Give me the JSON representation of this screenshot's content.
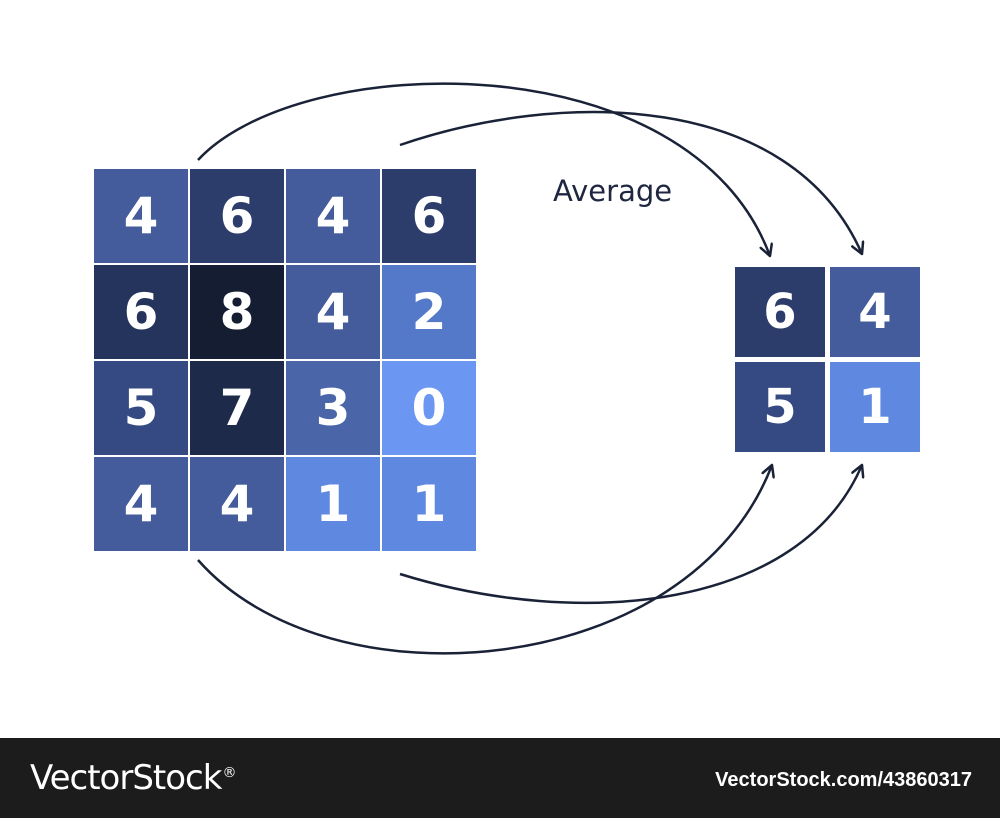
{
  "operation_label": "Average",
  "input_grid": {
    "rows": [
      [
        {
          "value": "4",
          "color": "#455c9c"
        },
        {
          "value": "6",
          "color": "#2c3d6b"
        },
        {
          "value": "4",
          "color": "#455c9c"
        },
        {
          "value": "6",
          "color": "#2c3d6b"
        }
      ],
      [
        {
          "value": "6",
          "color": "#25345c"
        },
        {
          "value": "8",
          "color": "#151d33"
        },
        {
          "value": "4",
          "color": "#455c9c"
        },
        {
          "value": "2",
          "color": "#5479c8"
        }
      ],
      [
        {
          "value": "5",
          "color": "#354a82"
        },
        {
          "value": "7",
          "color": "#1e2a4a"
        },
        {
          "value": "3",
          "color": "#4a65a8"
        },
        {
          "value": "0",
          "color": "#6b96f2"
        }
      ],
      [
        {
          "value": "4",
          "color": "#455c9c"
        },
        {
          "value": "4",
          "color": "#455c9c"
        },
        {
          "value": "1",
          "color": "#5f88e0"
        },
        {
          "value": "1",
          "color": "#5f88e0"
        }
      ]
    ]
  },
  "output_grid": {
    "rows": [
      [
        {
          "value": "6",
          "color": "#2c3d6b"
        },
        {
          "value": "4",
          "color": "#455c9c"
        }
      ],
      [
        {
          "value": "5",
          "color": "#354a82"
        },
        {
          "value": "1",
          "color": "#5f88e0"
        }
      ]
    ]
  },
  "footer": {
    "brand": "VectorStock",
    "brand_mark": "®",
    "stock_id": "VectorStock.com/43860317"
  }
}
